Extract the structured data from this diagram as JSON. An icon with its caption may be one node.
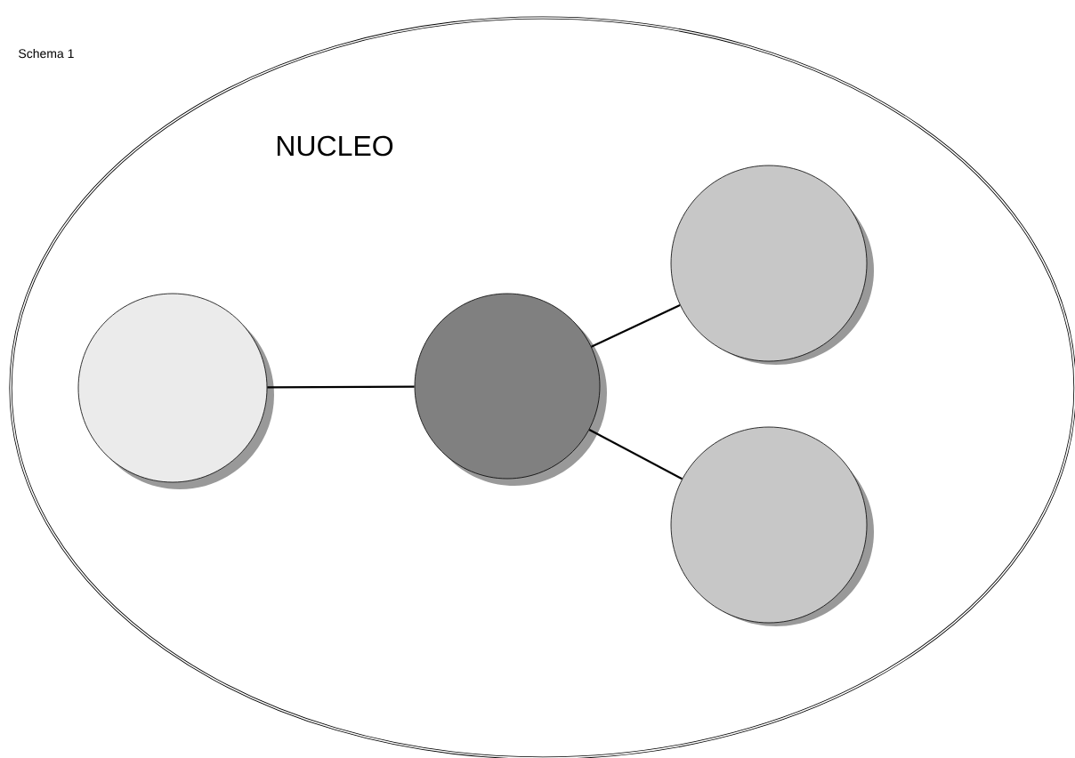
{
  "diagram": {
    "nodes": [
      {
        "text": [
          "NUCLEO"
        ]
      },
      {
        "text": [],
        "shape": "circle",
        "in": 0
      },
      {
        "text": [],
        "shape": "circle",
        "in": 0
      },
      {
        "text": [],
        "shape": "circle",
        "in": 0
      },
      {
        "text": [],
        "shape": "circle",
        "in": 0
      }
    ],
    "edges": [
      {
        "from": 1,
        "to": 2,
        "arrow": "none"
      },
      {
        "from": 2,
        "to": 3,
        "arrow": "none"
      },
      {
        "from": 2,
        "to": 4,
        "arrow": "none"
      }
    ],
    "labels": [
      "Schema 1"
    ]
  }
}
